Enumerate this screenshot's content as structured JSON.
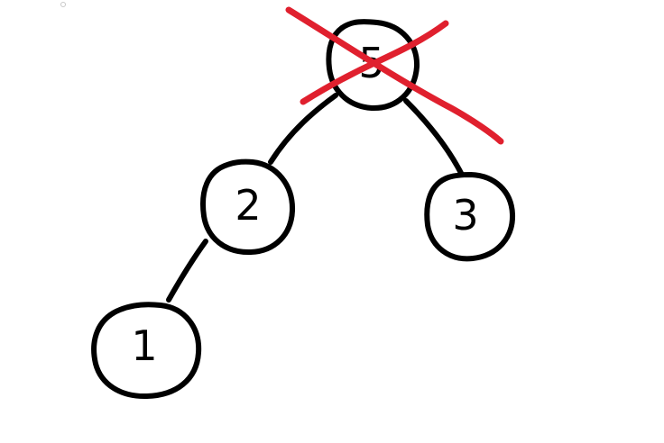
{
  "diagram": {
    "nodes": [
      {
        "id": "root",
        "label": "5",
        "crossed_out": true
      },
      {
        "id": "left",
        "label": "2",
        "crossed_out": false
      },
      {
        "id": "right",
        "label": "3",
        "crossed_out": false
      },
      {
        "id": "left-left",
        "label": "1",
        "crossed_out": false
      }
    ],
    "edges": [
      {
        "from": "root",
        "to": "left"
      },
      {
        "from": "root",
        "to": "right"
      },
      {
        "from": "left",
        "to": "left-left"
      }
    ]
  },
  "colors": {
    "ink": "#000000",
    "cross": "#e0202e",
    "background": "#ffffff"
  }
}
